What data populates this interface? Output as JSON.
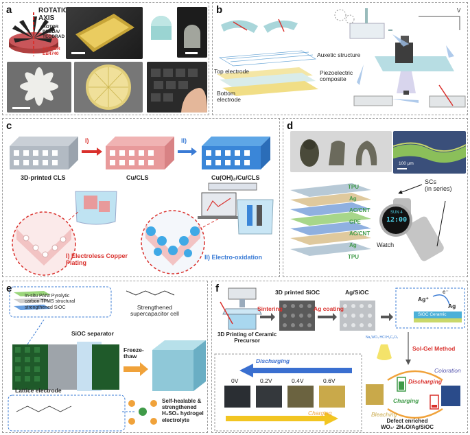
{
  "panel_a": {
    "label": "a",
    "rotation_axis": "ROTATION\nAXIS",
    "rotor": "ROTOR\nPEGDA/\nTEGDRAD",
    "stator": "STATOR\nEB4740"
  },
  "panel_b": {
    "label": "b",
    "auxetic": "Auxetic structure",
    "top_electrode": "Top electrode",
    "piezo": "Piezoelectric\ncomposite",
    "bottom_electrode": "Bottom\nelectrode",
    "v_symbol": "V"
  },
  "panel_c": {
    "label": "c",
    "step1": "I)",
    "step2": "II)",
    "cls": "3D-printed CLS",
    "cucls": "Cu/CLS",
    "cuohcls": "Cu(OH)₂/Cu/CLS",
    "electroless": "I) Electroless Copper\nPlating",
    "electrooxidation": "II) Electro-oxidation"
  },
  "panel_d": {
    "label": "d",
    "scale": "100 μm",
    "layers": [
      "TPU",
      "Ag",
      "AC/CNT",
      "GPE",
      "AC/CNT",
      "Ag",
      "TPU"
    ],
    "scs": "SCs\n(in series)",
    "watch": "Watch",
    "watch_time": "12:00",
    "watch_day": "SUN 4"
  },
  "panel_e": {
    "label": "e",
    "insitu": "In-situ PANI Pyrolytic\ncarbon TPMS structural\nstrengthened SiOC",
    "strengthened": "Strengthened\nsupercapacitor cell",
    "separator": "SiOC separator",
    "freeze": "Freeze-\nthaw",
    "lattice": "Lattice electrode",
    "selfheal": "Self-healable &\nstrengthened\nH₂SO₄ hydrogel\nelectrolyte"
  },
  "panel_f": {
    "label": "f",
    "printed": "3D printed SiOC",
    "agsioc": "Ag/SiOC",
    "sintering": "Sintering",
    "agcoating": "Ag coating",
    "printing": "3D Printing of Ceramic\nPrecursor",
    "eminus": "e⁻",
    "agplus": "Ag⁺",
    "ag": "Ag",
    "ceramic": "SiOC Ceramic",
    "precursors": "Na₂WO₄  HCl  H₂C₂O₄",
    "solgel": "Sol-Gel Method",
    "discharging": "Discharging",
    "charging": "Charging",
    "voltages": [
      "0V",
      "0.2V",
      "0.4V",
      "0.6V"
    ],
    "coloration": "Coloration",
    "discharging2": "Discharging",
    "charging2": "Charging",
    "bleaching": "Bleaching",
    "defect": "Defect enriched\nWO₃· 2H₂O/Ag/SiOC"
  },
  "colors": {
    "blue_text": "#3a7bd5",
    "red_text": "#d9302c",
    "orange_arrow": "#f0a23a",
    "green_text": "#3f9a48"
  }
}
